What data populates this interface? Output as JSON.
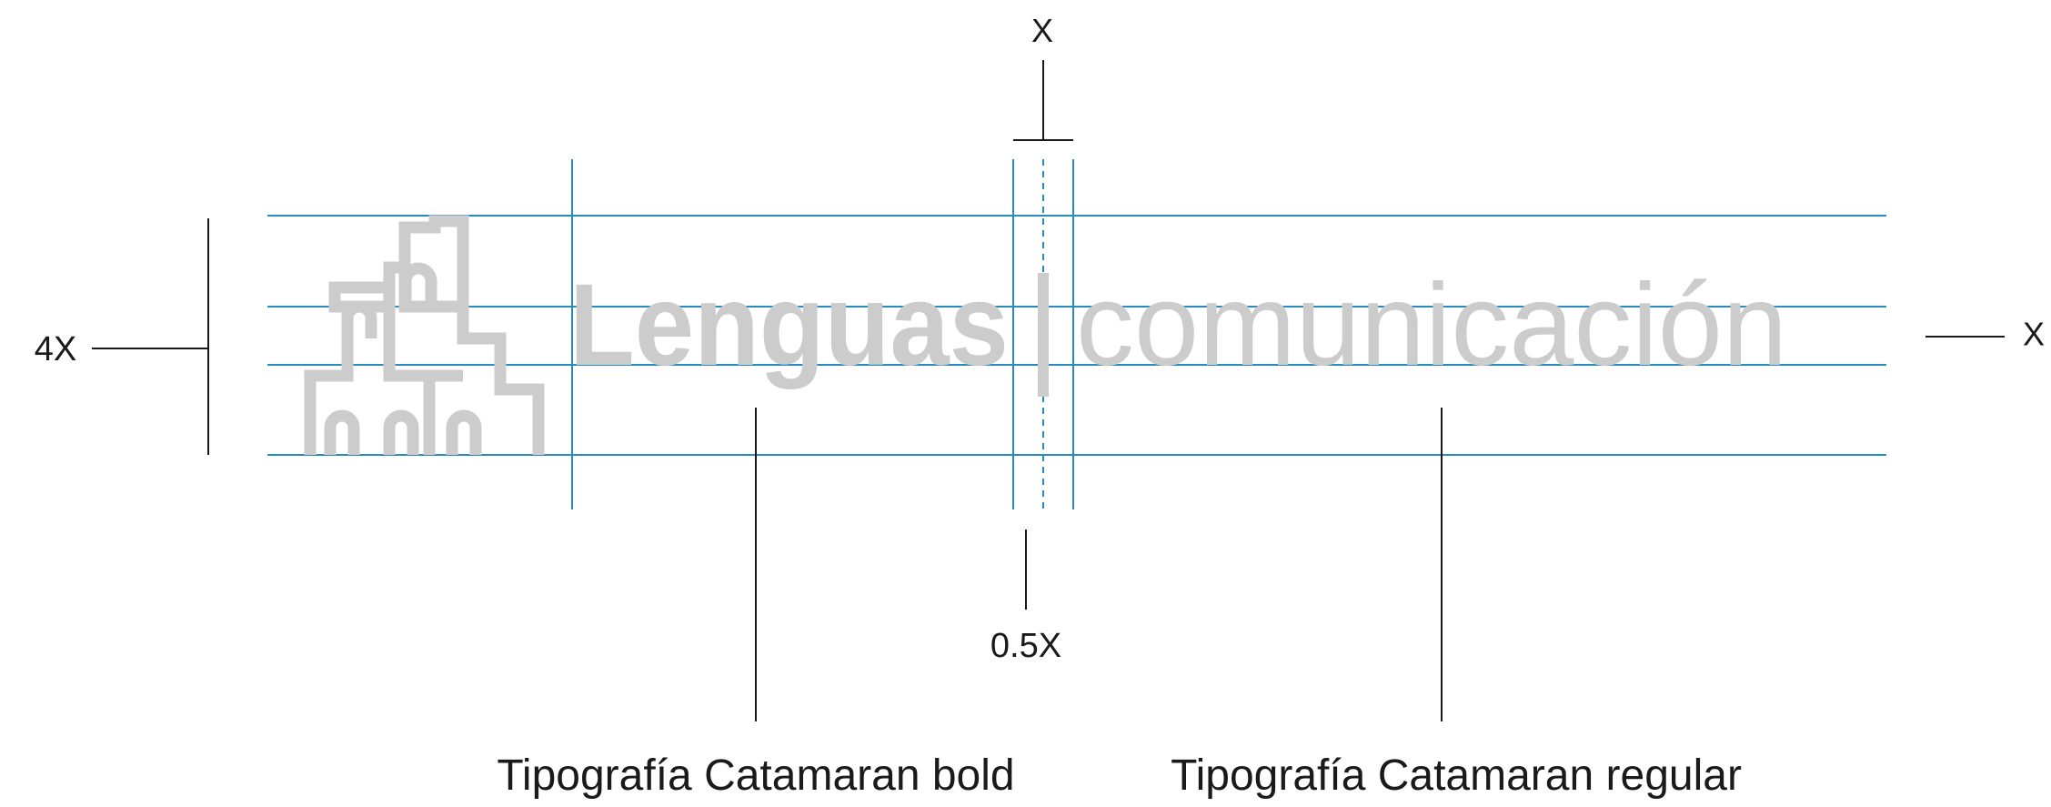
{
  "colors": {
    "guide": "#2a8bbd",
    "logo": "#cccccc",
    "annotation": "#1a1a1a",
    "background": "#ffffff"
  },
  "logo": {
    "icon": "building-icon",
    "word_bold": "Lenguas",
    "word_regular": "comunicación"
  },
  "measurements": {
    "top_label": "X",
    "left_label": "4X",
    "right_label": "X",
    "bottom_label": "0.5X"
  },
  "captions": {
    "bold_font": "Tipografía Catamaran bold",
    "regular_font": "Tipografía Catamaran regular"
  }
}
